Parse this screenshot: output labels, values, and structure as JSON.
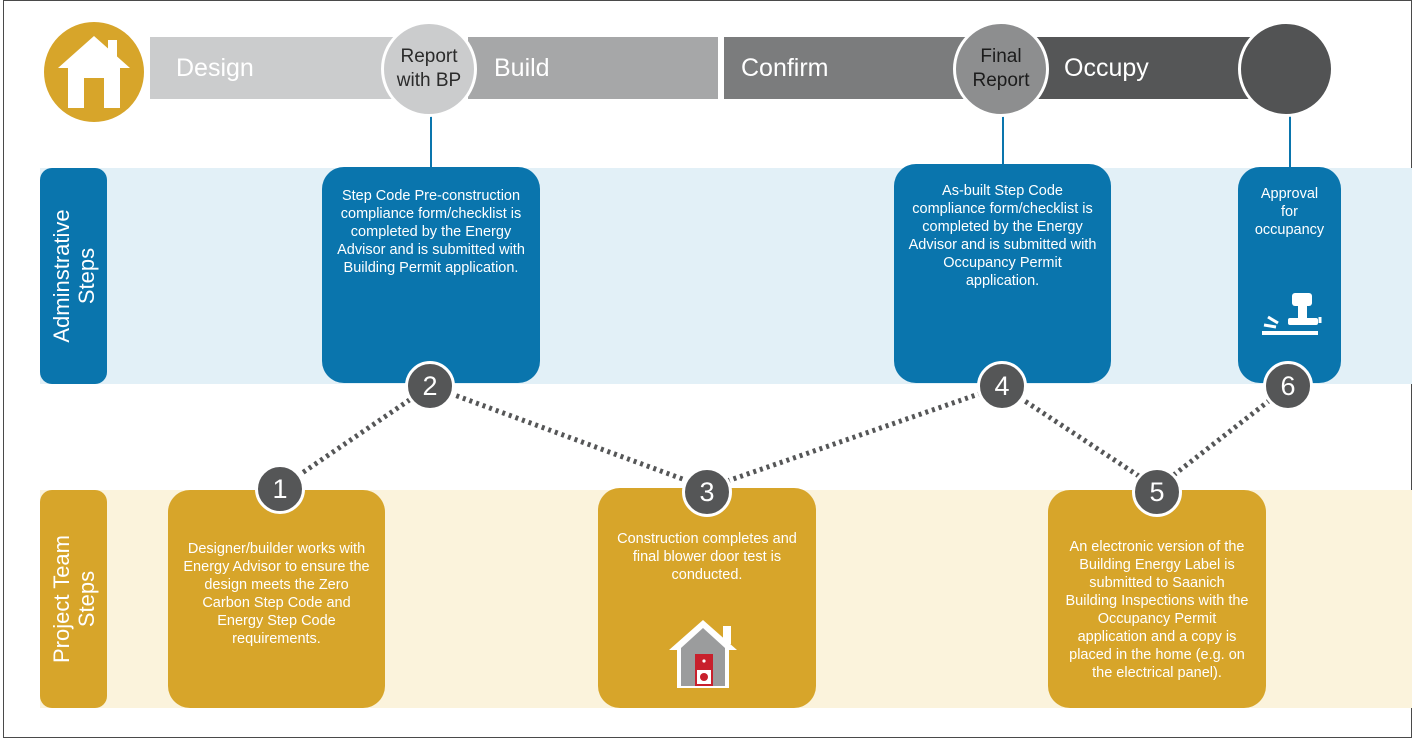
{
  "timeline": {
    "stages": [
      "Design",
      "Build",
      "Confirm",
      "Occupy"
    ],
    "milestones": {
      "report_bp": "Report\nwith BP",
      "final_report": "Final\nReport"
    }
  },
  "bands": {
    "admin_label": "Adminstrative\nSteps",
    "team_label": "Project Team\nSteps"
  },
  "steps": {
    "s1": {
      "number": "1",
      "text": "Designer/builder works with Energy Advisor to ensure the design meets the Zero Carbon Step Code and Energy Step Code requirements."
    },
    "s2": {
      "number": "2",
      "text": "Step Code Pre-construction compliance form/checklist is completed by the Energy Advisor and is submitted with Building Permit application."
    },
    "s3": {
      "number": "3",
      "text": "Construction completes and final blower door test is conducted."
    },
    "s4": {
      "number": "4",
      "text": "As-built Step Code compliance form/checklist is completed by the Energy Advisor and is submitted with Occupancy Permit application."
    },
    "s5": {
      "number": "5",
      "text": "An electronic version of the Building Energy Label is submitted to Saanich Building Inspections with the Occupancy Permit application and a copy is placed in the home (e.g. on the electrical panel)."
    },
    "s6": {
      "number": "6",
      "text": "Approval for occupancy"
    }
  },
  "colors": {
    "blue": "#0a75ad",
    "gold": "#d7a52a",
    "dark_gray": "#555657",
    "light_blue_band": "#e2f0f7",
    "light_gold_band": "#fbf3dc"
  },
  "icons": [
    "house-icon",
    "blower-door-house-icon",
    "approval-stamp-icon"
  ]
}
